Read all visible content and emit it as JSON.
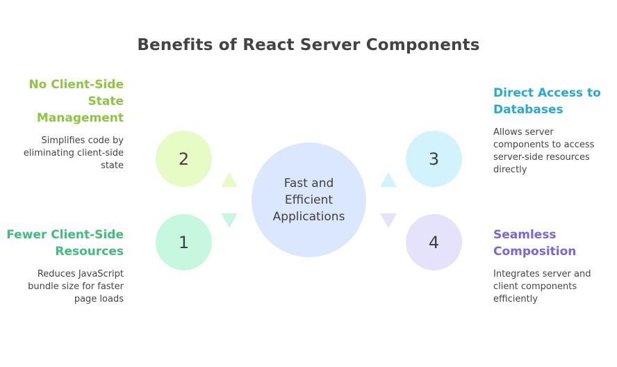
{
  "title": "Benefits of React Server Components",
  "center": {
    "label": "Fast and Efficient Applications",
    "color": "#dbe7fd"
  },
  "items": [
    {
      "number": "1",
      "heading": "Fewer Client-Side Resources",
      "description": "Reduces JavaScript bundle size for faster page loads",
      "accent": "#3dbf7a",
      "circle_color": "#c6f8e0"
    },
    {
      "number": "2",
      "heading": "No Client-Side State Management",
      "description": "Simplifies code by eliminating client-side state",
      "accent": "#8cc63e",
      "circle_color": "#e7fbc4"
    },
    {
      "number": "3",
      "heading": "Direct Access to Databases",
      "description": "Allows server components to access server-side resources directly",
      "accent": "#28a8d8",
      "circle_color": "#d3f3fc"
    },
    {
      "number": "4",
      "heading": "Seamless Composition",
      "description": "Integrates server and client components efficiently",
      "accent": "#7a63e0",
      "circle_color": "#e5e2fc"
    }
  ]
}
